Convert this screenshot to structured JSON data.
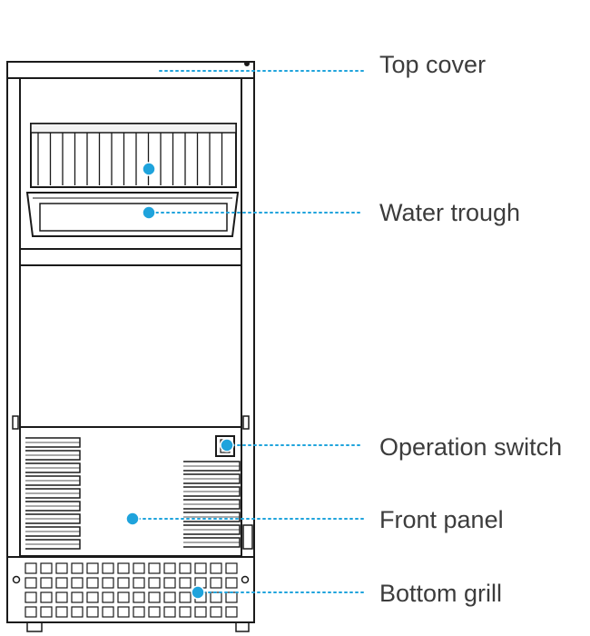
{
  "labels": {
    "top_cover": "Top cover",
    "water_trough": "Water trough",
    "operation_switch": "Operation switch",
    "front_panel": "Front panel",
    "bottom_grill": "Bottom grill"
  },
  "colors": {
    "outline": "#1a1a1a",
    "callout": "#1fa3dc",
    "label_text": "#3c3c3c",
    "background": "#ffffff"
  }
}
